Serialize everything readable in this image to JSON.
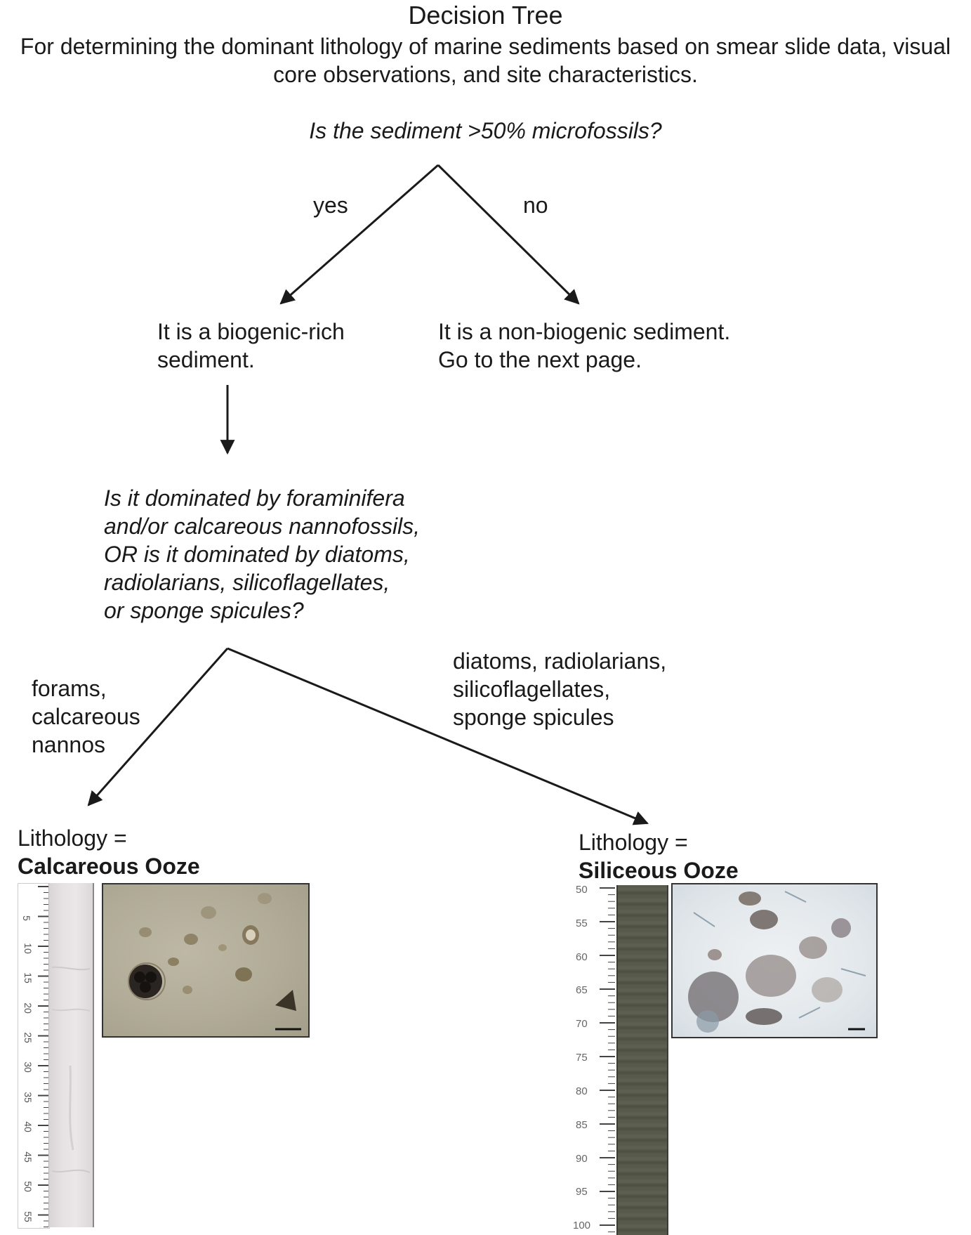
{
  "header": {
    "title": "Decision Tree",
    "subtitle": "For determining the dominant lithology of marine sediments based on smear slide data, visual\ncore observations, and site characteristics."
  },
  "nodes": {
    "q1": "Is the sediment >50% microfossils?",
    "biogenic": "It is a biogenic-rich\nsediment.",
    "nonbiogenic": "It is a non-biogenic sediment.\nGo to the next page.",
    "q2": "Is it dominated by foraminifera\nand/or calcareous nannofossils,\nOR is it dominated by diatoms,\nradiolarians, silicoflagellates,\nor sponge spicules?"
  },
  "edges": {
    "yes": "yes",
    "no": "no",
    "forams": "forams,\ncalcareous\nnannos",
    "diatoms": "diatoms, radiolarians,\nsilicoflagellates,\nsponge spicules"
  },
  "results": {
    "calcareous": {
      "prefix": "Lithology =",
      "name": "Calcareous Ooze"
    },
    "siliceous": {
      "prefix": "Lithology =",
      "name": "Siliceous Ooze"
    }
  },
  "rulers": {
    "calcareous_ticks": [
      "5",
      "10",
      "15",
      "20",
      "25",
      "30",
      "35",
      "40",
      "45",
      "50",
      "55"
    ],
    "siliceous_ticks": [
      "50",
      "55",
      "60",
      "65",
      "70",
      "75",
      "80",
      "85",
      "90",
      "95",
      "100"
    ]
  },
  "colors": {
    "line": "#1a1a1a",
    "core_light": "#e6e2e3",
    "core_dark": "#55574a"
  }
}
